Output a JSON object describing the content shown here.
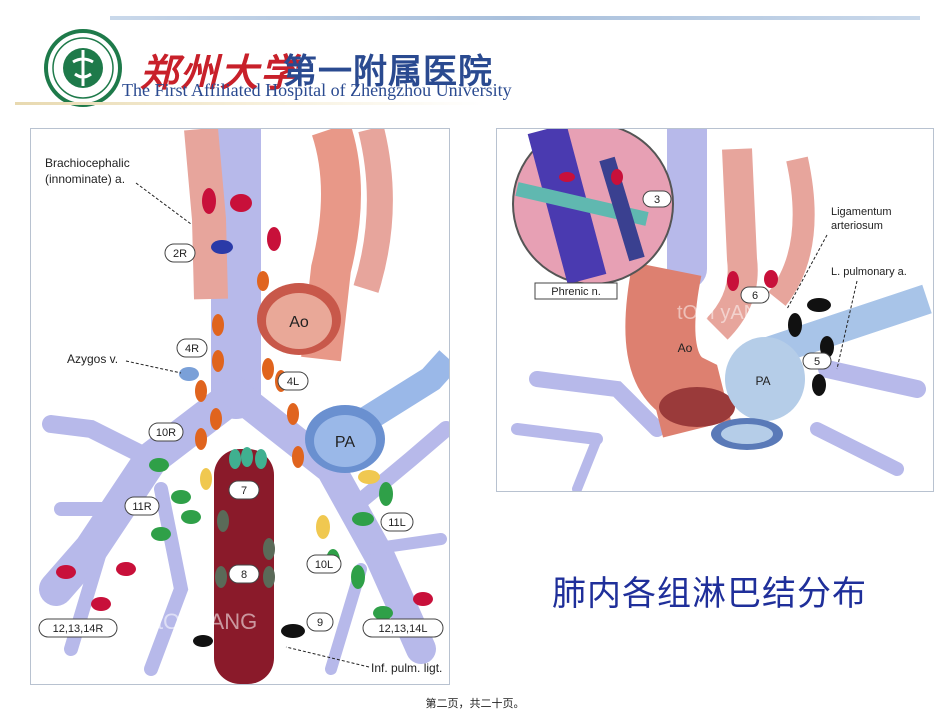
{
  "header": {
    "title_cn_red": "郑州大学",
    "title_cn_blue": "第一附属医院",
    "title_en": "The First Affiliated Hospital of Zhengzhou University"
  },
  "left_figure": {
    "labels": {
      "brachiocephalic": "Brachiocephalic",
      "innominate": "(innominate) a.",
      "azygos": "Azygos v.",
      "inf_pulm": "Inf. pulm. ligt.",
      "ao": "Ao",
      "pa": "PA",
      "watermark": "tOMyANG"
    },
    "stations": [
      "2R",
      "4R",
      "4L",
      "10R",
      "11R",
      "7",
      "8",
      "10L",
      "11L",
      "12,13,14R",
      "12,13,14L",
      "9"
    ]
  },
  "right_figure": {
    "labels": {
      "ligamentum_1": "Ligamentum",
      "ligamentum_2": "arteriosum",
      "l_pulmonary": "L. pulmonary a.",
      "phrenic": "Phrenic n.",
      "ao": "Ao",
      "pa": "PA",
      "watermark": "tOM yANG"
    },
    "stations": [
      "3",
      "6",
      "5"
    ]
  },
  "caption": "肺内各组淋巴结分布",
  "footer": "第二页，共二十页。",
  "colors": {
    "red_node": "#c8103a",
    "orange_node": "#e0641e",
    "green_node": "#2fa048",
    "yellow_node": "#f0c850",
    "black_node": "#111111",
    "blue_node": "#2a3aa8"
  }
}
